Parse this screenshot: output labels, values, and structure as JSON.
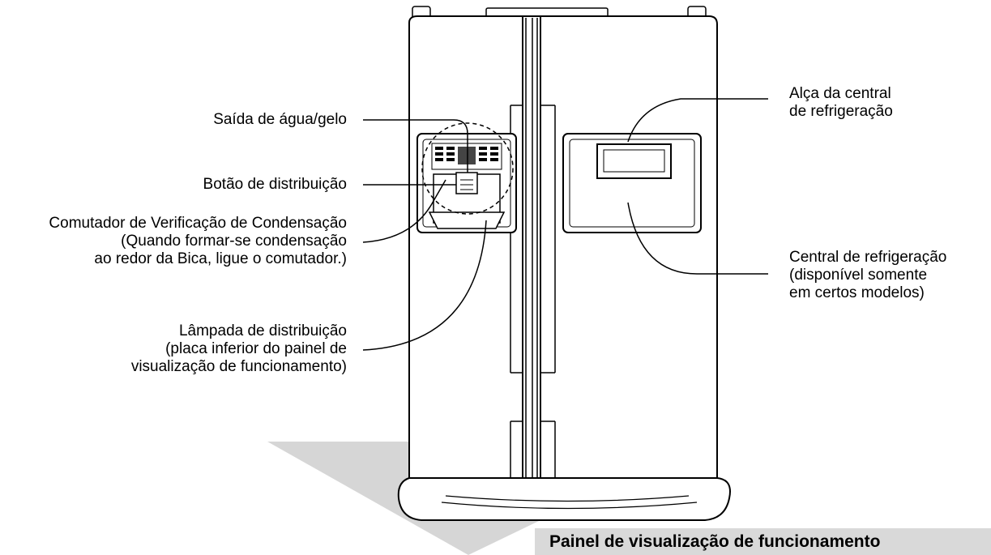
{
  "labels": {
    "water_ice_outlet": "Saída de água/gelo",
    "dispense_button": "Botão de distribuição",
    "condensation_switch": [
      "Comutador de Verificação de Condensação",
      "(Quando formar-se condensação",
      "ao redor da Bica, ligue o comutador.)"
    ],
    "dispense_lamp": [
      "Lâmpada de distribuição",
      "(placa inferior do painel de",
      "visualização de funcionamento)"
    ],
    "refreshment_center_handle": [
      "Alça da central",
      "de refrigeração"
    ],
    "refreshment_center": [
      "Central de refrigeração",
      "(disponível somente",
      "em certos modelos)"
    ]
  },
  "banner": {
    "title": "Painel de visualização de funcionamento"
  },
  "colors": {
    "arrow": "#d0d0d0",
    "banner_bg": "#d9d9d9",
    "line": "#000000"
  }
}
